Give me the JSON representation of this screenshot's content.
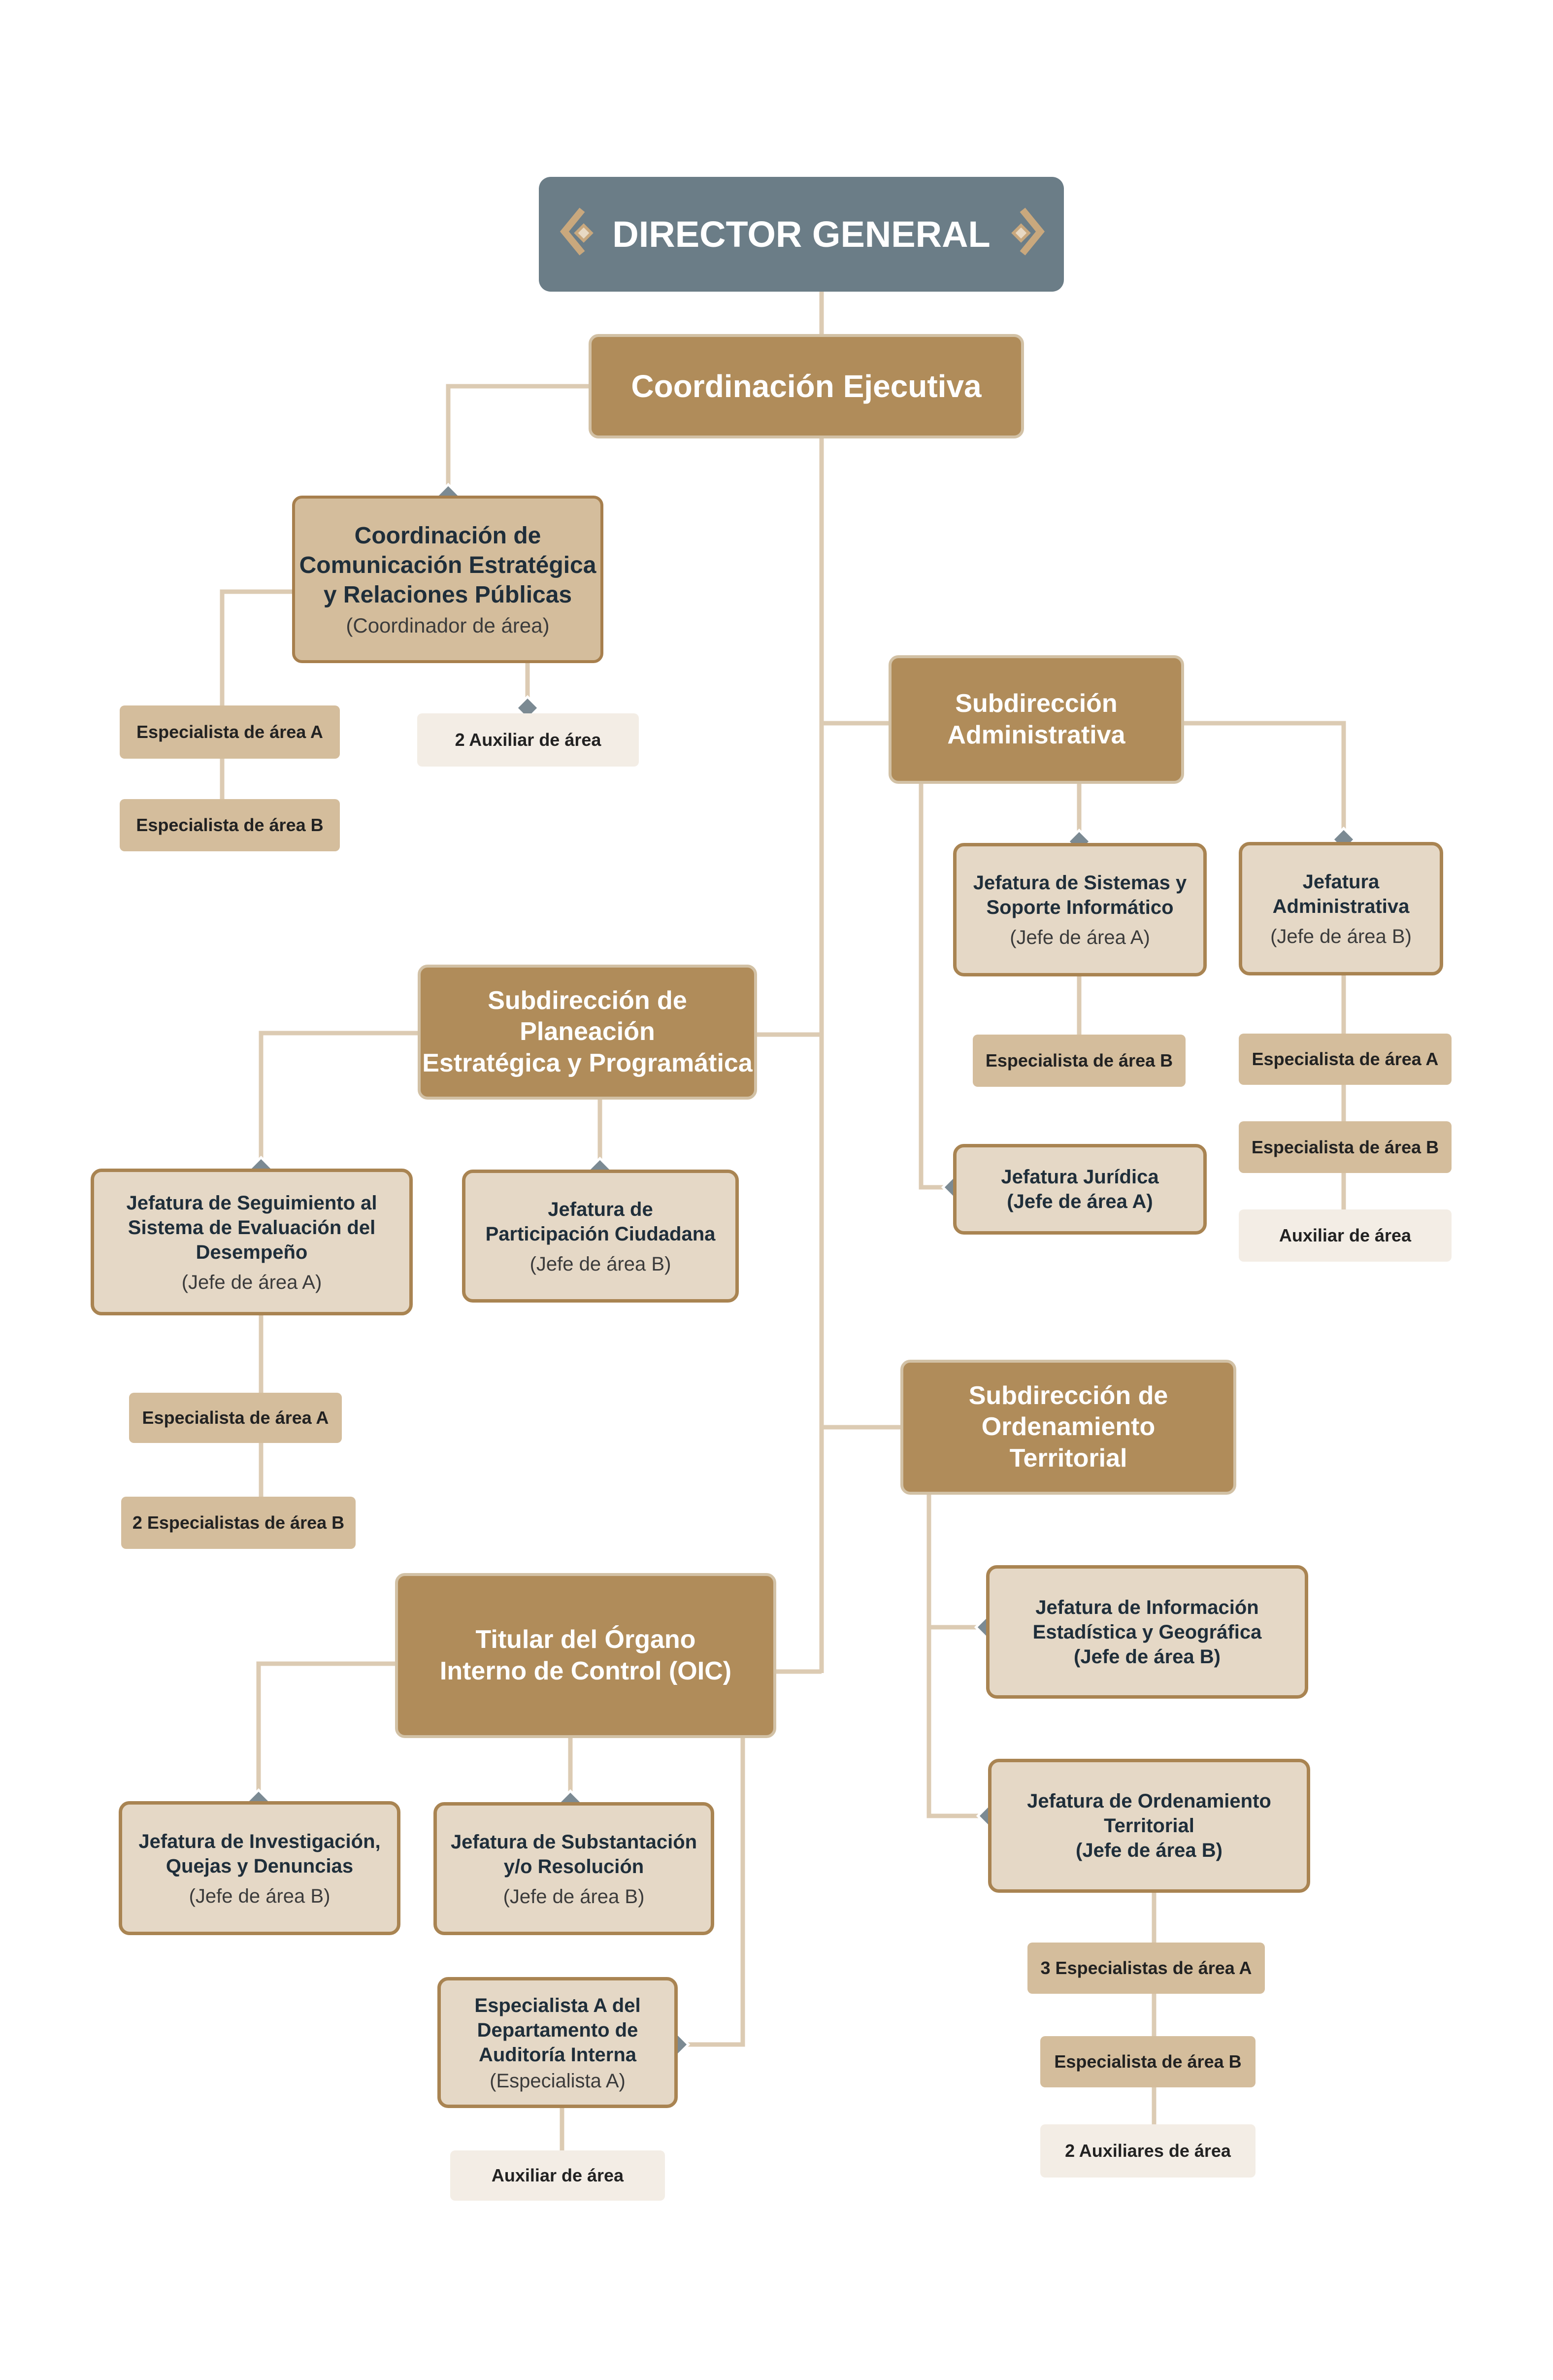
{
  "director": {
    "title": "DIRECTOR GENERAL"
  },
  "coord_ejecutiva": {
    "title": "Coordinación Ejecutiva"
  },
  "coord_comunicacion": {
    "title": "Coordinación de\nComunicación Estratégica\ny Relaciones Públicas",
    "subtitle": "(Coordinador de área)"
  },
  "ccom_esp_a": {
    "title": "Especialista de área A"
  },
  "ccom_esp_b": {
    "title": "Especialista de área B"
  },
  "ccom_aux": {
    "title": "2 Auxiliar de área"
  },
  "sub_admin": {
    "title": "Subdirección\nAdministrativa"
  },
  "jef_sistemas": {
    "title": "Jefatura de Sistemas y\nSoporte Informático",
    "subtitle": "(Jefe de área A)"
  },
  "jsis_esp_b": {
    "title": "Especialista de área B"
  },
  "jef_admin": {
    "title": "Jefatura\nAdministrativa",
    "subtitle": "(Jefe de área B)"
  },
  "jadm_esp_a": {
    "title": "Especialista de área A"
  },
  "jadm_esp_b": {
    "title": "Especialista de área B"
  },
  "jadm_aux": {
    "title": "Auxiliar de área"
  },
  "jef_juridica": {
    "title": "Jefatura Jurídica\n(Jefe de área A)"
  },
  "sub_planeacion": {
    "title": "Subdirección de\nPlaneación\nEstratégica y Programática"
  },
  "jef_seguimiento": {
    "title": "Jefatura de Seguimiento al\nSistema de Evaluación del\nDesempeño",
    "subtitle": "(Jefe de área A)"
  },
  "jseg_esp_a": {
    "title": "Especialista de área A"
  },
  "jseg_esp_b": {
    "title": "2 Especialistas de área B"
  },
  "jef_participacion": {
    "title": "Jefatura de\nParticipación Ciudadana",
    "subtitle": "(Jefe de área B)"
  },
  "sub_ordenamiento": {
    "title": "Subdirección de\nOrdenamiento\nTerritorial"
  },
  "jef_informacion": {
    "title": "Jefatura de Información\nEstadística y Geográfica\n(Jefe de área B)"
  },
  "jef_ordenamiento": {
    "title": "Jefatura de Ordenamiento\nTerritorial\n(Jefe de área B)"
  },
  "jord_esp_a": {
    "title": "3 Especialistas de área A"
  },
  "jord_esp_b": {
    "title": "Especialista de área B"
  },
  "jord_aux": {
    "title": "2 Auxiliares de área"
  },
  "oic": {
    "title": "Titular del Órgano\nInterno de Control (OIC)"
  },
  "jef_investigacion": {
    "title": "Jefatura de Investigación,\nQuejas y Denuncias",
    "subtitle": "(Jefe de área B)"
  },
  "jef_substanciacion": {
    "title": "Jefatura de Substantación\ny/o Resolución",
    "subtitle": "(Jefe de área B)"
  },
  "esp_auditoria": {
    "title": "Especialista A del\nDepartamento de\nAuditoría Interna",
    "subtitle": "(Especialista A)"
  },
  "oic_aux": {
    "title": "Auxiliar de área"
  },
  "colors": {
    "slate": "#6b7d87",
    "brown": "#b08c5a",
    "tan": "#d4bd9c",
    "cream": "#e5d8c6",
    "pale": "#f3ede5",
    "line": "#dccbb3",
    "navy": "#1f2e3a"
  }
}
